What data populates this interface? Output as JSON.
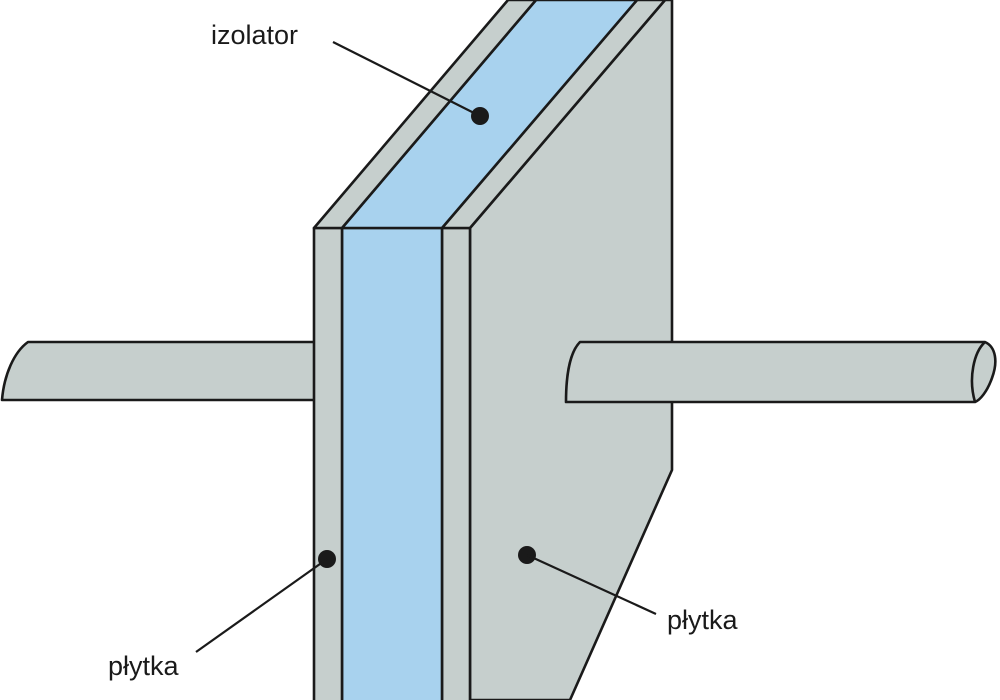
{
  "labels": {
    "insulator": "izolator",
    "plate_right": "płytka",
    "plate_left": "płytka"
  },
  "colors": {
    "plate": "#c6cfcd",
    "insulator": "#a8d2ee",
    "outline": "#1a1a1a",
    "background": "#ffffff"
  }
}
